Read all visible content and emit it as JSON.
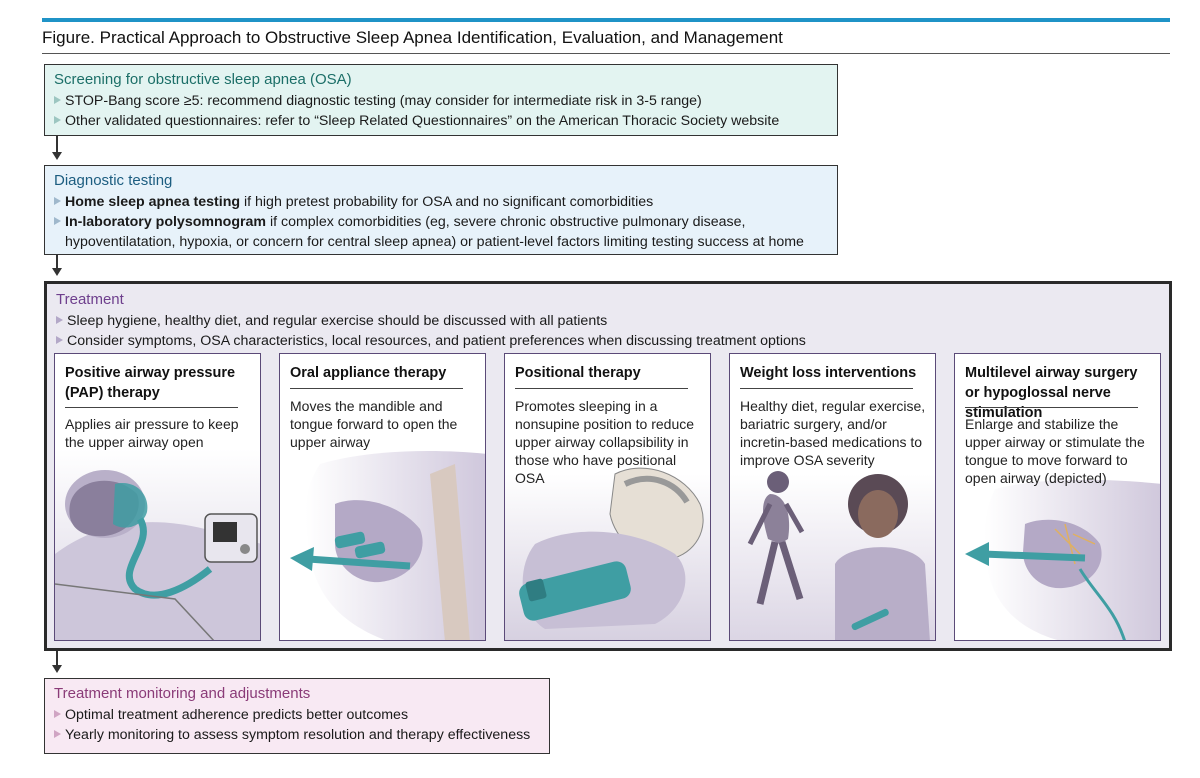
{
  "figure_title": "Figure. Practical Approach to Obstructive Sleep Apnea Identification, Evaluation, and Management",
  "screening": {
    "heading": "Screening for obstructive sleep apnea (OSA)",
    "bullet1": "STOP-Bang score ≥5: recommend diagnostic testing (may consider for intermediate risk in 3-5 range)",
    "bullet2": "Other validated questionnaires: refer to “Sleep Related Questionnaires” on the American Thoracic Society website"
  },
  "diagnostic": {
    "heading": "Diagnostic testing",
    "bullet1_bold": "Home sleep apnea testing",
    "bullet1_rest": " if high pretest probability for OSA and no significant comorbidities",
    "bullet2_bold": "In-laboratory polysomnogram",
    "bullet2_rest": " if complex comorbidities (eg, severe chronic obstructive pulmonary disease, hypoventilatation, hypoxia, or concern for central sleep apnea) or patient-level factors limiting testing success at home"
  },
  "treatment": {
    "heading": "Treatment",
    "bullet1": "Sleep hygiene, healthy diet, and regular exercise should be discussed with all patients",
    "bullet2": "Consider symptoms, OSA characteristics, local resources, and patient preferences when discussing treatment options",
    "cards": [
      {
        "title": "Positive airway pressure (PAP) therapy",
        "desc": "Applies air pressure to keep the upper airway open",
        "icon": "cpap-mask-illustration"
      },
      {
        "title": "Oral appliance therapy",
        "desc": "Moves the mandible and tongue forward to open the upper airway",
        "icon": "oral-appliance-illustration"
      },
      {
        "title": "Positional therapy",
        "desc": "Promotes sleeping in a nonsupine position to reduce upper airway collapsibility in those who have positional OSA",
        "icon": "positional-belt-illustration"
      },
      {
        "title": "Weight loss interventions",
        "desc": "Healthy diet, regular exercise, bariatric surgery, and/or incretin-based medications to improve OSA severity",
        "icon": "weight-loss-illustration"
      },
      {
        "title": "Multilevel airway surgery or hypoglossal nerve stimulation",
        "desc": "Enlarge and stabilize the upper airway or stimulate the tongue to move forward to open airway (depicted)",
        "icon": "nerve-stimulation-illustration"
      }
    ]
  },
  "monitoring": {
    "heading": "Treatment monitoring and adjustments",
    "bullet1": "Optimal treatment adherence predicts better outcomes",
    "bullet2": "Yearly monitoring to assess symptom resolution and therapy effectiveness"
  },
  "colors": {
    "accent_bar": "#1f93c7",
    "screening_bg": "#e3f4f1",
    "diagnostic_bg": "#e7f2fa",
    "treatment_bg": "#ebe9f1",
    "monitoring_bg": "#f8e9f3",
    "illustration_teal": "#3f9ea3"
  }
}
